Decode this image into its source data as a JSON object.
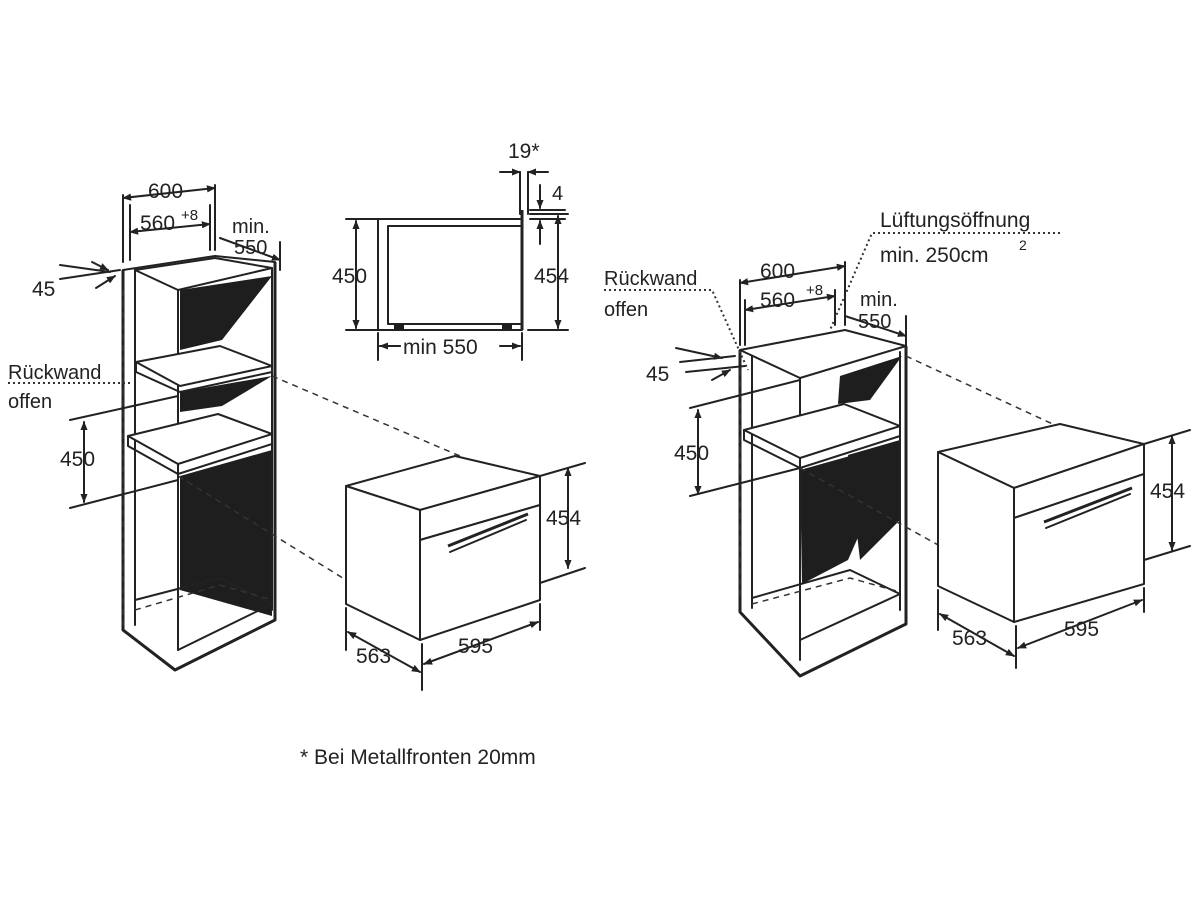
{
  "left_unit": {
    "cabinet_width": "600",
    "niche_width": "560",
    "niche_tolerance": "+8",
    "depth_min_label": "min.",
    "depth_value": "550",
    "shelf_thickness": "45",
    "back_wall_line1": "Rückwand",
    "back_wall_line2": "offen",
    "niche_height": "450",
    "oven_height": "454",
    "oven_depth": "563",
    "oven_width": "595"
  },
  "section_view": {
    "front_thickness": "19*",
    "gap": "4",
    "niche_height": "450",
    "oven_height": "454",
    "min_depth_label": "min 550"
  },
  "right_unit": {
    "ventilation_label": "Lüftungsöffnung",
    "ventilation_value": "min. 250cm",
    "ventilation_superscript": "2",
    "back_wall_line1": "Rückwand",
    "back_wall_line2": "offen",
    "cabinet_width": "600",
    "niche_width": "560",
    "niche_tolerance": "+8",
    "depth_min_label": "min.",
    "depth_value": "550",
    "shelf_thickness": "45",
    "niche_height": "450",
    "oven_height": "454",
    "oven_depth": "563",
    "oven_width": "595"
  },
  "footnote": "* Bei Metallfronten 20mm"
}
